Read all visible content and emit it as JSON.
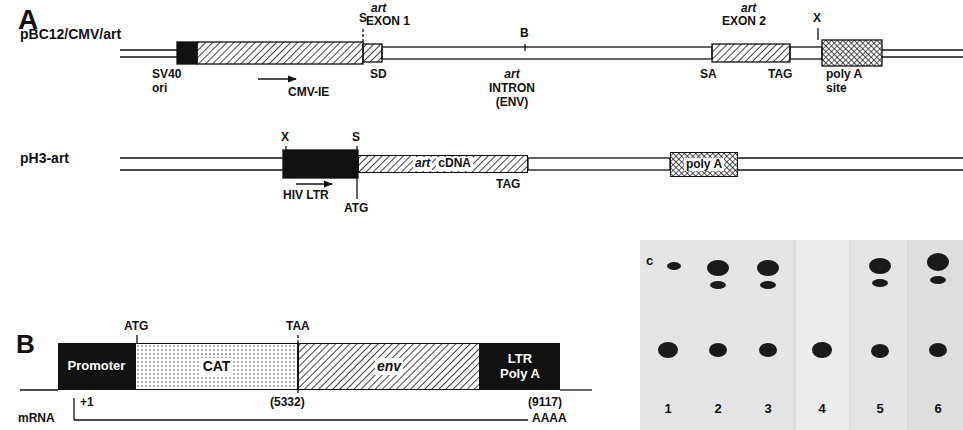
{
  "diagram": {
    "nodes": [
      {
        "text": [
          "art",
          "cDNA"
        ]
      },
      {
        "text": [
          "poly A"
        ]
      },
      {
        "text": [
          "Promoter"
        ]
      },
      {
        "text": [
          "CAT"
        ]
      },
      {
        "text": [
          "env"
        ]
      },
      {
        "text": [
          "LTR Poly A"
        ]
      }
    ],
    "labels": [
      "A",
      "pBC12/CMV/art",
      "S",
      "art",
      "EXON 1",
      "B",
      "art",
      "EXON 2",
      "X",
      "SV40 ori",
      "CMV-IE",
      "SD",
      "art",
      "INTRON",
      "(ENV)",
      "SA",
      "TAG",
      "poly A site",
      "pH3-art",
      "X",
      "S",
      "HIV LTR",
      "ATG",
      "TAG",
      "B",
      "ATG",
      "TAA",
      "(5332)",
      "(9117)",
      "+1",
      "mRNA",
      "AAAA",
      "c",
      "1",
      "2",
      "3",
      "4",
      "5",
      "6"
    ]
  }
}
